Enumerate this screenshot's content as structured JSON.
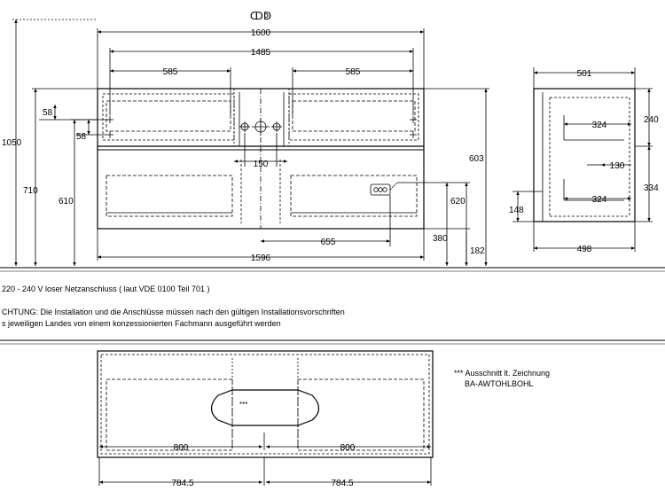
{
  "top_symbol": "ↀↁ",
  "front_view": {
    "width_outer": "1600",
    "width_inner": "1485",
    "drawer_left": "585",
    "drawer_right": "585",
    "total_height": "1050",
    "height_710": "710",
    "height_610": "610",
    "offset_58_top": "58",
    "offset_58_inner": "58",
    "center_150": "150",
    "height_603": "603",
    "height_620": "620",
    "width_655": "655",
    "height_380": "380",
    "height_182": "182",
    "width_bottom": "1596"
  },
  "side_view": {
    "depth_top": "501",
    "depth_inner_top": "324",
    "depth_130": "130",
    "depth_inner_bottom": "324",
    "height_240": "240",
    "height_334": "334",
    "height_148": "148",
    "depth_bottom": "498"
  },
  "notes": {
    "electrical": "220 - 240 V loser Netzanschluss ( laut VDE 0100 Teil 701 )",
    "warning_line1": "CHTUNG: Die Installation und die Anschlüsse müssen nach den gültigen Installationsvorschriften",
    "warning_line2": "s jeweiligen Landes von einem konzessionierten Fachmann ausgeführt werden"
  },
  "top_view": {
    "cutout_mark": "***",
    "left_800": "800",
    "right_800": "800",
    "left_784": "784.5",
    "right_784": "784.5",
    "callout_line1": "*** Ausschnitt lt. Zeichnung",
    "callout_line2": "BA-AWTOHLBOHL"
  }
}
